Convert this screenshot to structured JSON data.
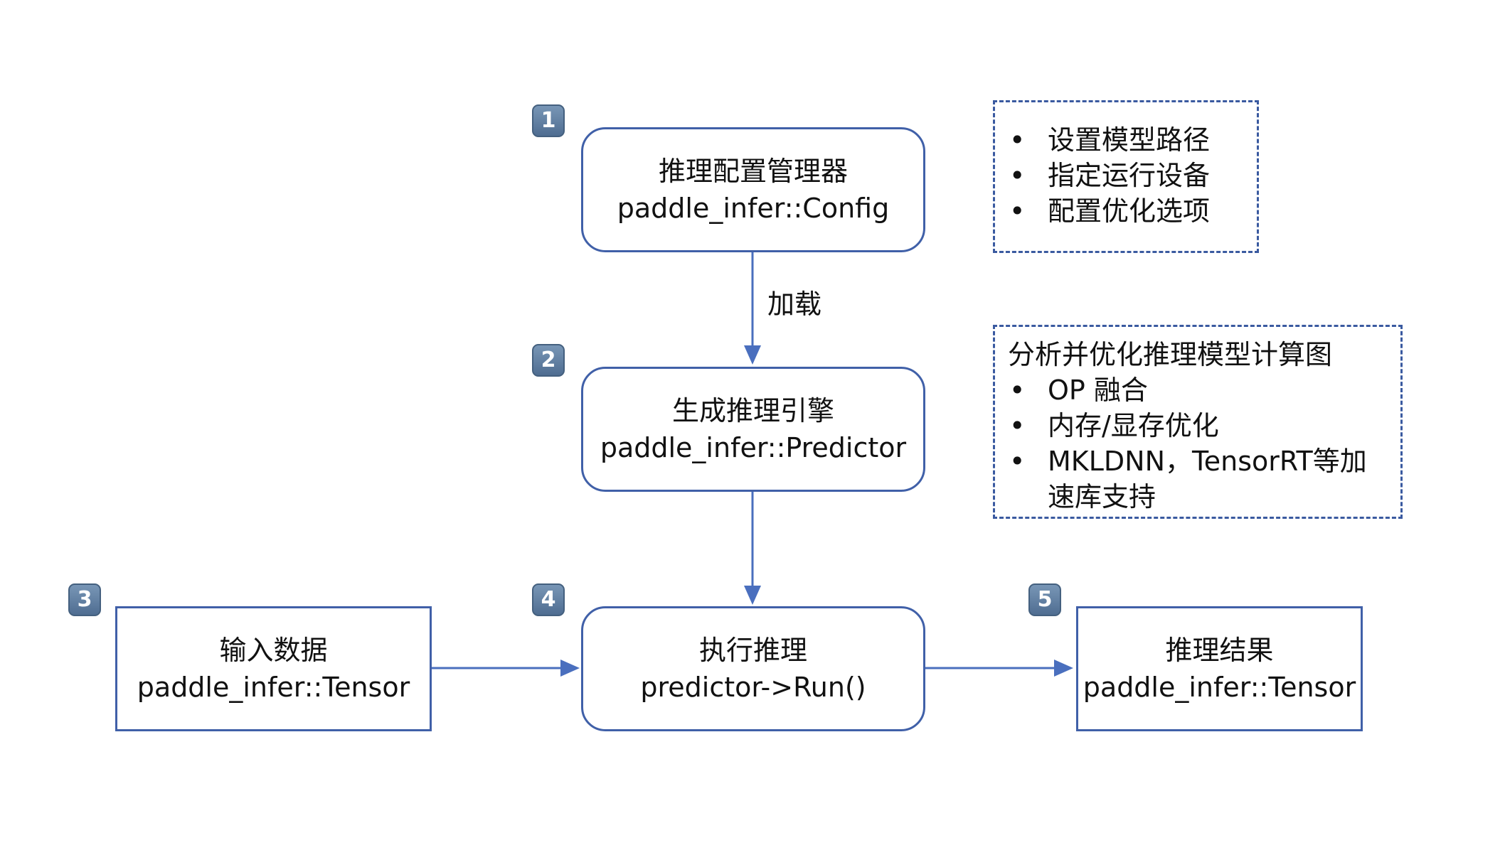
{
  "nodes": {
    "config": {
      "badge": "1",
      "title": "推理配置管理器",
      "api": "paddle_infer::Config"
    },
    "predictor": {
      "badge": "2",
      "title": "生成推理引擎",
      "api": "paddle_infer::Predictor"
    },
    "input": {
      "badge": "3",
      "title": "输入数据",
      "api": "paddle_infer::Tensor"
    },
    "run": {
      "badge": "4",
      "title": "执行推理",
      "api": "predictor->Run()"
    },
    "result": {
      "badge": "5",
      "title": "推理结果",
      "api": "paddle_infer::Tensor"
    }
  },
  "edge_labels": {
    "config_to_predictor": "加载"
  },
  "notes": {
    "config": {
      "items": [
        "设置模型路径",
        "指定运行设备",
        "配置优化选项"
      ]
    },
    "predictor": {
      "heading": "分析并优化推理模型计算图",
      "items": [
        "OP 融合",
        "内存/显存优化",
        "MKLDNN，TensorRT等加速库支持"
      ]
    }
  },
  "colors": {
    "border": "#4060a8",
    "arrow": "#4a6fbe",
    "badge": "#5b7ba0"
  }
}
